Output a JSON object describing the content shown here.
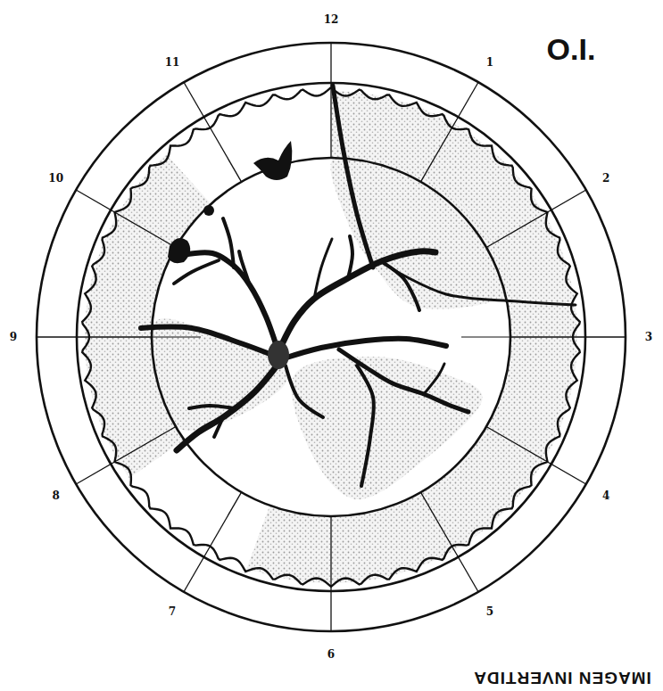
{
  "diagram": {
    "labels": [
      "12",
      "1",
      "2",
      "3",
      "4",
      "5",
      "6",
      "7",
      "8",
      "9",
      "10",
      "11",
      "O.I.",
      "IMAGEN INVERTIDA"
    ]
  }
}
